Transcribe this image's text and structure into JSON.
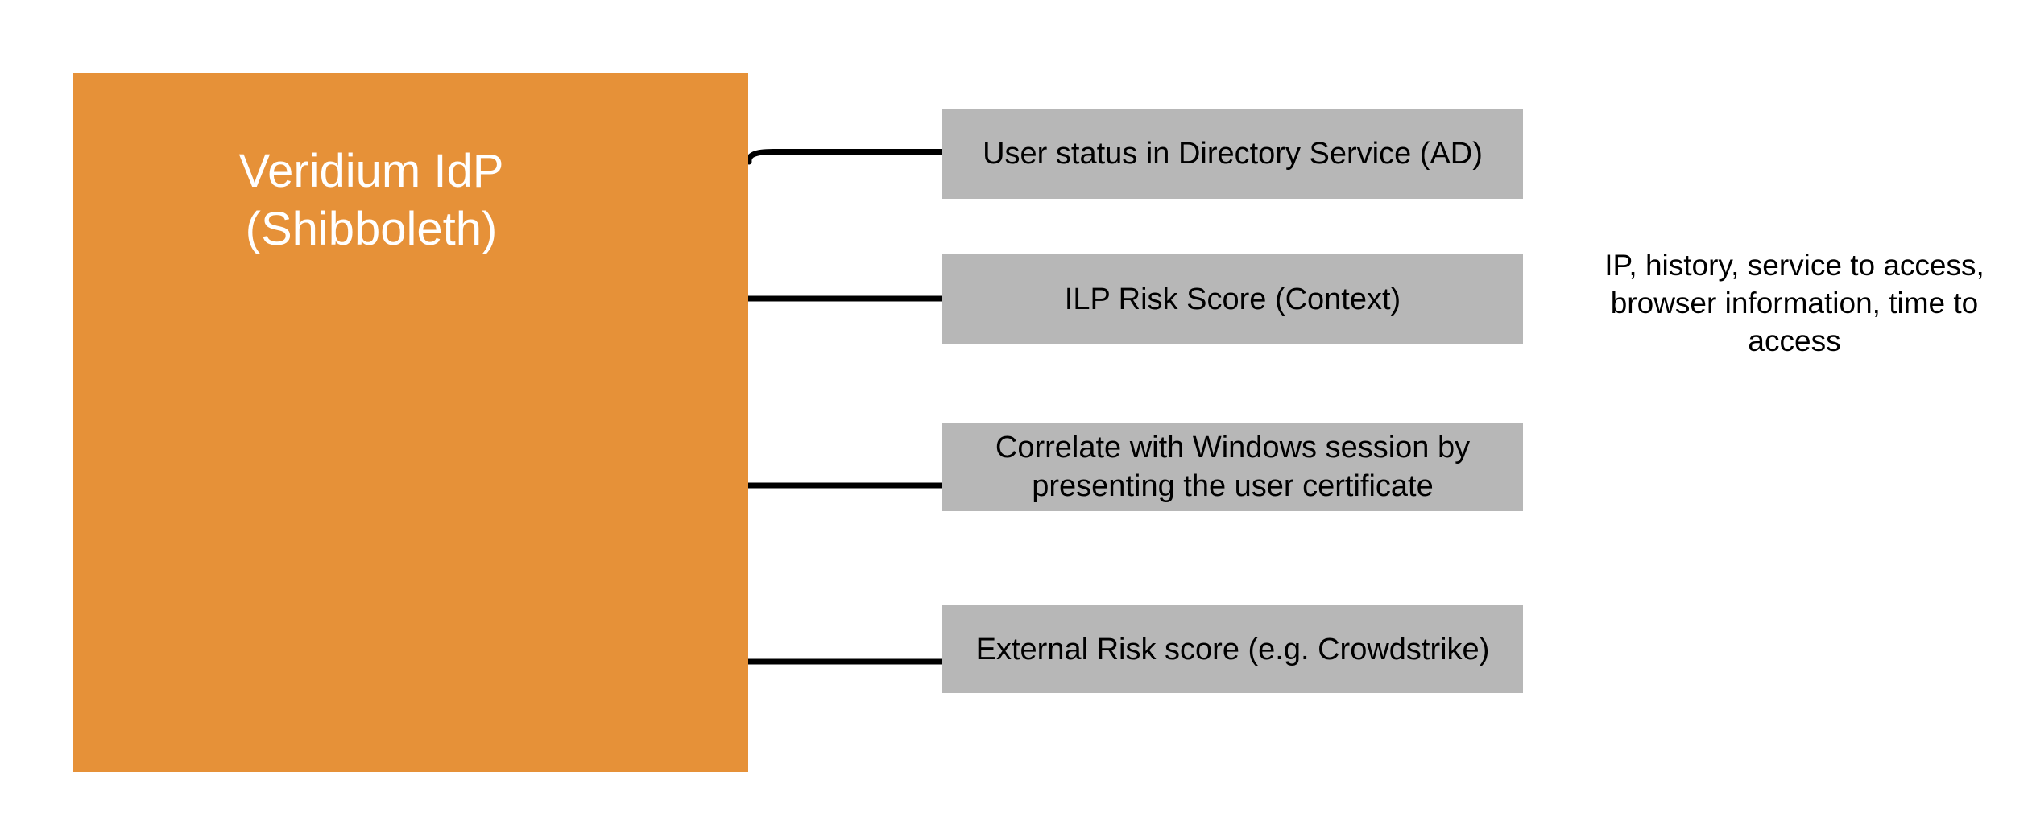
{
  "colors": {
    "main_box_fill": "#E69138",
    "main_box_text": "#FFFFFF",
    "factor_box_fill": "#B7B7B7",
    "factor_box_text": "#000000",
    "connector": "#000000",
    "background": "#FFFFFF"
  },
  "main_box": {
    "label": "Veridium IdP\n(Shibboleth)"
  },
  "factor_boxes": [
    {
      "label": "User status in Directory Service (AD)"
    },
    {
      "label": "ILP Risk Score (Context)"
    },
    {
      "label": "Correlate with Windows session by presenting the user certificate"
    },
    {
      "label": "External Risk score (e.g. Crowdstrike)"
    }
  ],
  "annotation": {
    "text": "IP, history, service to access, browser information, time to access",
    "lines": [
      "IP, history, service to access,",
      "browser information, time to",
      "access"
    ]
  }
}
